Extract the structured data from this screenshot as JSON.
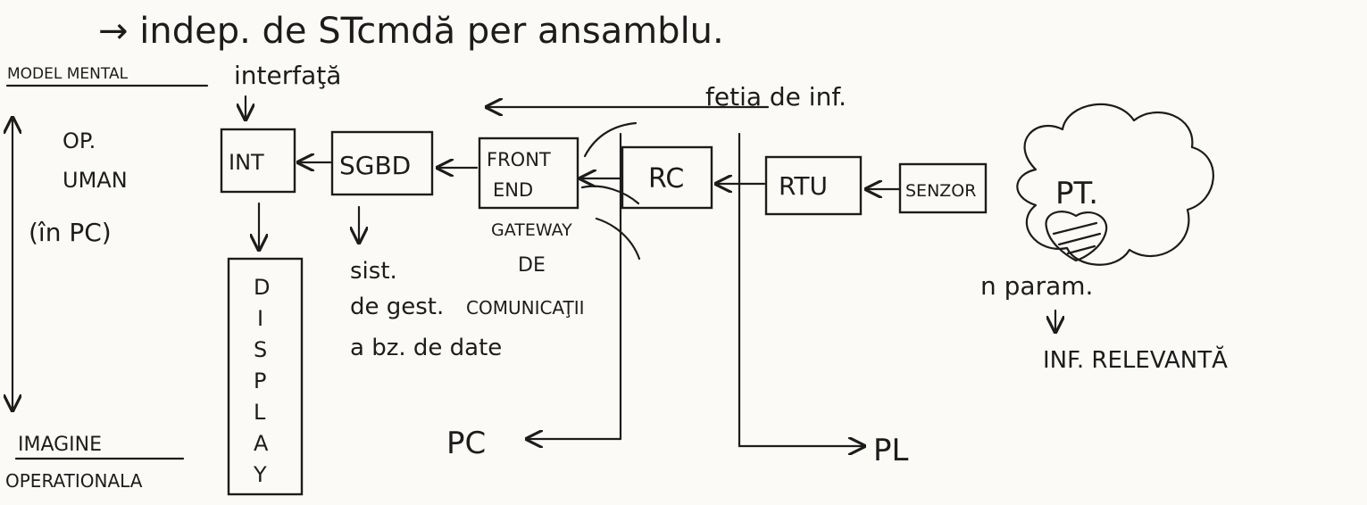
{
  "header": {
    "arrow_note": "→ indep. de STcmdă per ansamblu.",
    "model_mental": "MODEL MENTAL",
    "interfata": "interfaţă",
    "fetia": "fetia de inf."
  },
  "left": {
    "op": "OP.",
    "uman": "UMAN",
    "in_pc": "(în PC)",
    "imagine": "IMAGINE",
    "operationala": "OPERATIONALA"
  },
  "blocks": {
    "int": "INT",
    "sgbd": "SGBD",
    "front": "FRONT",
    "end": "END",
    "rc": "RC",
    "rtu": "RTU",
    "senzor": "SENZOR",
    "pt": "PT.",
    "display": [
      "D",
      "I",
      "S",
      "P",
      "L",
      "A",
      "Y"
    ]
  },
  "labels": {
    "sist": "sist.",
    "de_gest": "de gest.",
    "a_bz": "a bz. de date",
    "gateway": "GATEWAY",
    "de": "DE",
    "comunicatii": "COMUNICAŢII",
    "n_param": "n param.",
    "inf_relevanta": "INF. RELEVANTĂ",
    "pc": "PC",
    "pl": "PL"
  }
}
